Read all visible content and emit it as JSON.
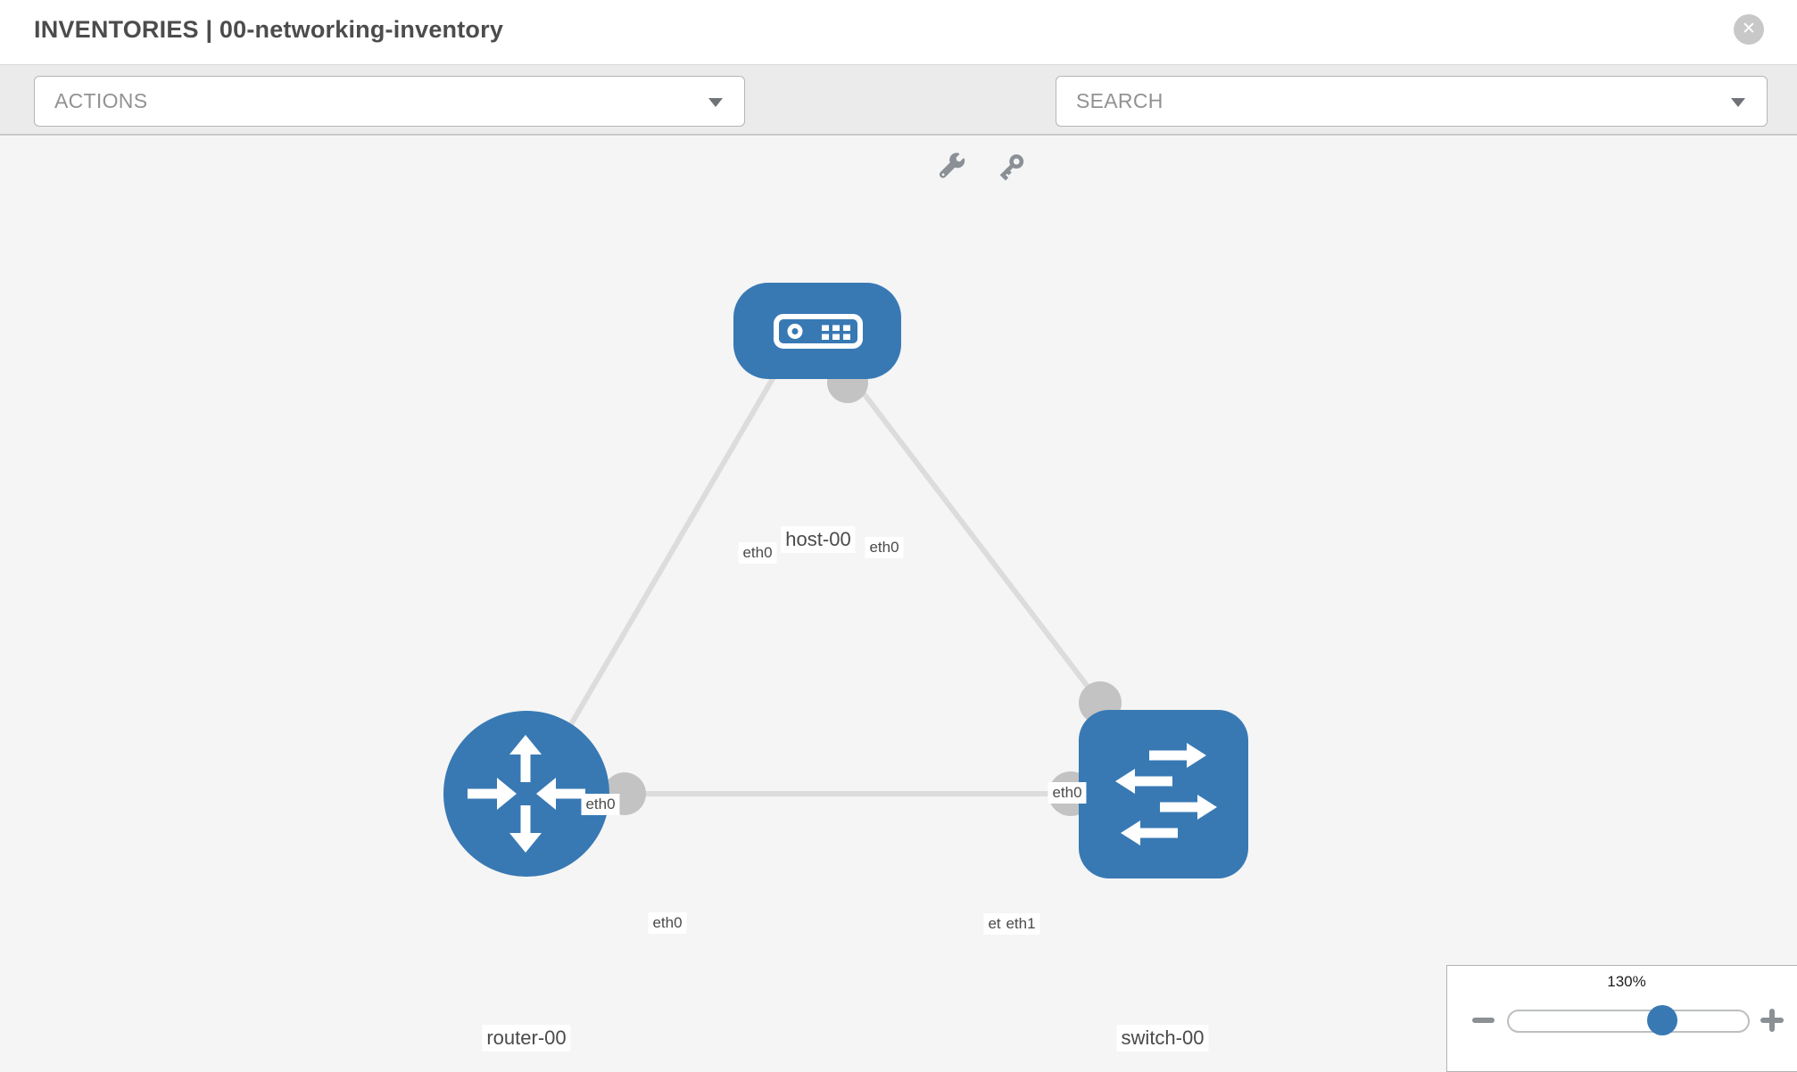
{
  "header": {
    "title": "INVENTORIES | 00-networking-inventory",
    "close_icon": "x-circle",
    "close_glyph": "✕"
  },
  "toolbar": {
    "actions_label": "ACTIONS",
    "search_label": "SEARCH",
    "icons": [
      {
        "name": "wrench-icon"
      },
      {
        "name": "key-icon"
      }
    ]
  },
  "colors": {
    "node_blue": "#3879b4",
    "connector_gray": "#c3c3c3",
    "link_gray": "#dcdcdc",
    "canvas_bg": "#f5f5f5",
    "toolbar_bg": "#ebebeb"
  },
  "diagram": {
    "nodes": [
      {
        "id": "host-00",
        "type": "host",
        "label": "host-00"
      },
      {
        "id": "router-00",
        "type": "router",
        "label": "router-00"
      },
      {
        "id": "switch-00",
        "type": "switch",
        "label": "switch-00"
      }
    ],
    "links": [
      {
        "from": "host-00",
        "to": "router-00",
        "from_interface": "eth0",
        "to_interface": "eth0"
      },
      {
        "from": "host-00",
        "to": "switch-00",
        "from_interface": "eth0",
        "to_interface": "eth0"
      },
      {
        "from": "router-00",
        "to": "switch-00",
        "from_interface": "eth0",
        "to_interface": "eth1"
      }
    ],
    "eth_labels": {
      "host_left": "eth0",
      "host_right": "eth0",
      "host_router_mid": "eth0",
      "host_switch_mid": "eth0",
      "router_end": "eth0",
      "switch_end_back": "eth0",
      "switch_end_front": "eth1"
    }
  },
  "zoom_control": {
    "value": "130%",
    "percent": 130
  }
}
